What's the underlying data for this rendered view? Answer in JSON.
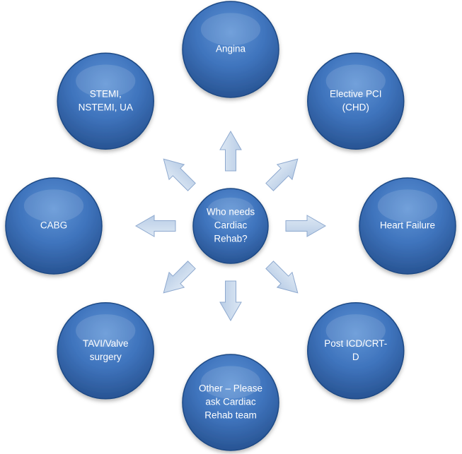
{
  "center": {
    "lines": [
      "Who needs",
      "Cardiac",
      "Rehab?"
    ]
  },
  "nodes": [
    {
      "lines": [
        "Angina"
      ]
    },
    {
      "lines": [
        "Elective PCI",
        "(CHD)"
      ]
    },
    {
      "lines": [
        "Heart Failure"
      ]
    },
    {
      "lines": [
        "Post ICD/CRT-",
        "D"
      ]
    },
    {
      "lines": [
        "Other – Please",
        "ask Cardiac",
        "Rehab team"
      ]
    },
    {
      "lines": [
        "TAVI/Valve",
        "surgery"
      ]
    },
    {
      "lines": [
        "CABG"
      ]
    },
    {
      "lines": [
        "STEMI,",
        "NSTEMI, UA"
      ]
    }
  ],
  "colors": {
    "circle_light": "#5f94d6",
    "circle_mid": "#3f74bd",
    "circle_dark": "#2a5797",
    "circle_edge": "#1f4a85",
    "arrow_fill_light": "#dde8f4",
    "arrow_fill_dark": "#b9cde6",
    "arrow_stroke": "#8ea9cf",
    "label": "#ffffff"
  }
}
